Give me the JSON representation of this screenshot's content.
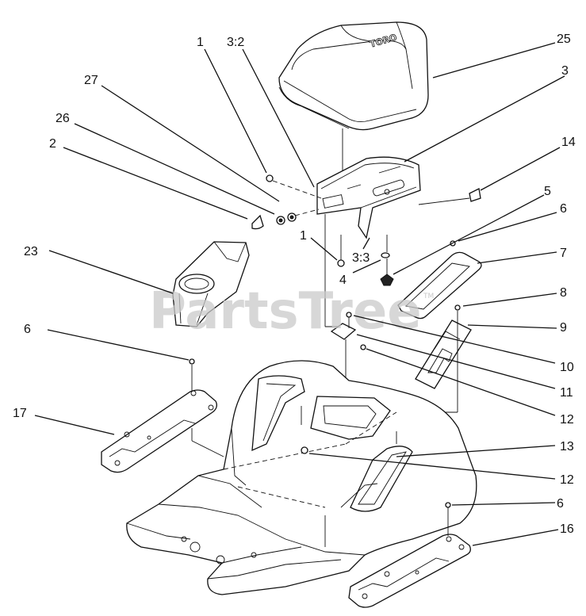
{
  "diagram": {
    "brand_logo": "TORO",
    "watermark": "PartsTree",
    "watermark_tm": "TM",
    "callouts": [
      "1",
      "3:2",
      "25",
      "27",
      "3",
      "26",
      "2",
      "14",
      "5",
      "6",
      "1",
      "23",
      "3:3",
      "7",
      "4",
      "8",
      "9",
      "6",
      "10",
      "11",
      "12",
      "17",
      "13",
      "12",
      "6",
      "16"
    ]
  }
}
